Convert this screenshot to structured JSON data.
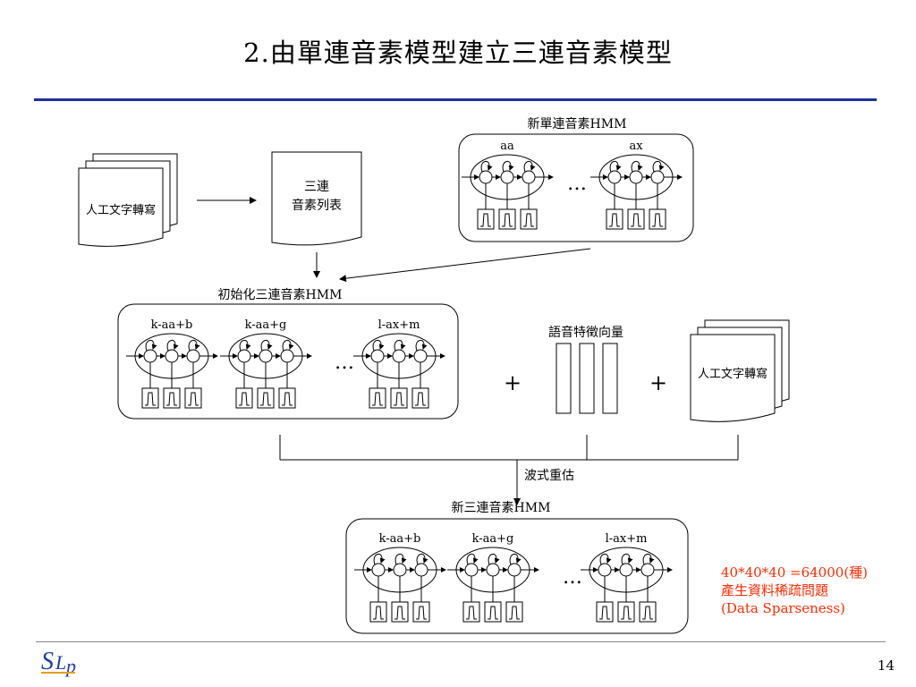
{
  "slide": {
    "title": "2.由單連音素模型建立三連音素模型",
    "page_number": "14",
    "logo_text": "SLP"
  },
  "docs": {
    "manual_transcription": "人工文字轉寫",
    "triphone_list_line1": "三連",
    "triphone_list_line2": "音素列表"
  },
  "hmm": {
    "new_mono_title": "新單連音素HMM",
    "new_mono_models": [
      "aa",
      "ax"
    ],
    "init_tri_title": "初始化三連音素HMM",
    "init_tri_models": [
      "k-aa+b",
      "k-aa+g",
      "l-ax+m"
    ],
    "new_tri_title": "新三連音素HMM",
    "new_tri_models": [
      "k-aa+b",
      "k-aa+g",
      "l-ax+m"
    ],
    "ellipsis": "…"
  },
  "features": {
    "title": "語音特徵向量"
  },
  "ops": {
    "plus": "+",
    "reestimation": "波式重估"
  },
  "note": {
    "line1": "40*40*40 =64000(種)",
    "line2": "產生資料稀疏問題",
    "line3": "(Data Sparseness)"
  }
}
